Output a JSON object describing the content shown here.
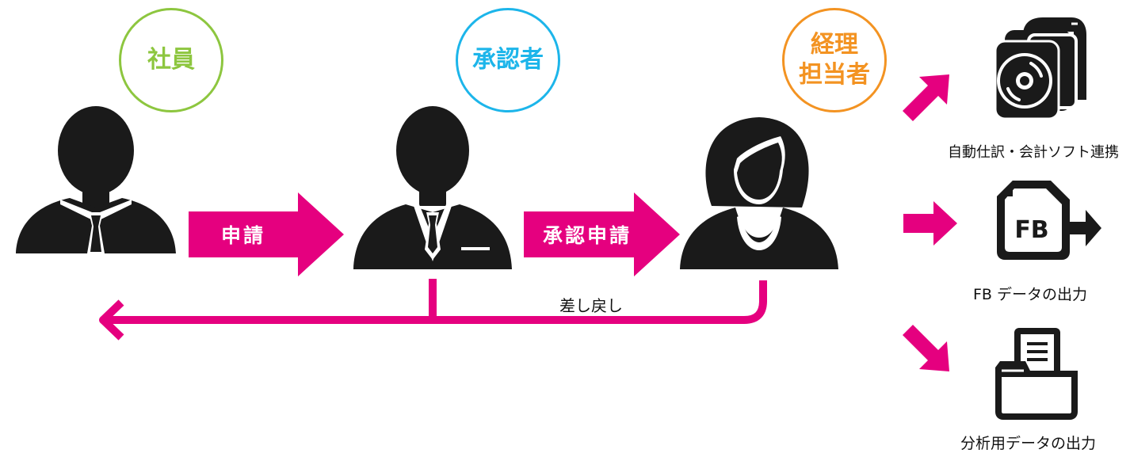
{
  "colors": {
    "accent": "#e5007f",
    "employee": "#8dc63f",
    "approver": "#1cb5ea",
    "accountant": "#f39322",
    "figure": "#1a1a1a"
  },
  "roles": {
    "employee": "社員",
    "approver": "承認者",
    "accountant": "経理\n担当者"
  },
  "flows": {
    "request": "申請",
    "approval_request": "承認申請",
    "send_back": "差し戻し"
  },
  "outputs": [
    {
      "label": "自動仕訳・会計ソフト連携",
      "icon": "disc-software-icon"
    },
    {
      "label": "FB データの出力",
      "icon": "fb-file-export-icon",
      "icon_text": "FB"
    },
    {
      "label": "分析用データの出力",
      "icon": "document-tray-icon"
    }
  ]
}
